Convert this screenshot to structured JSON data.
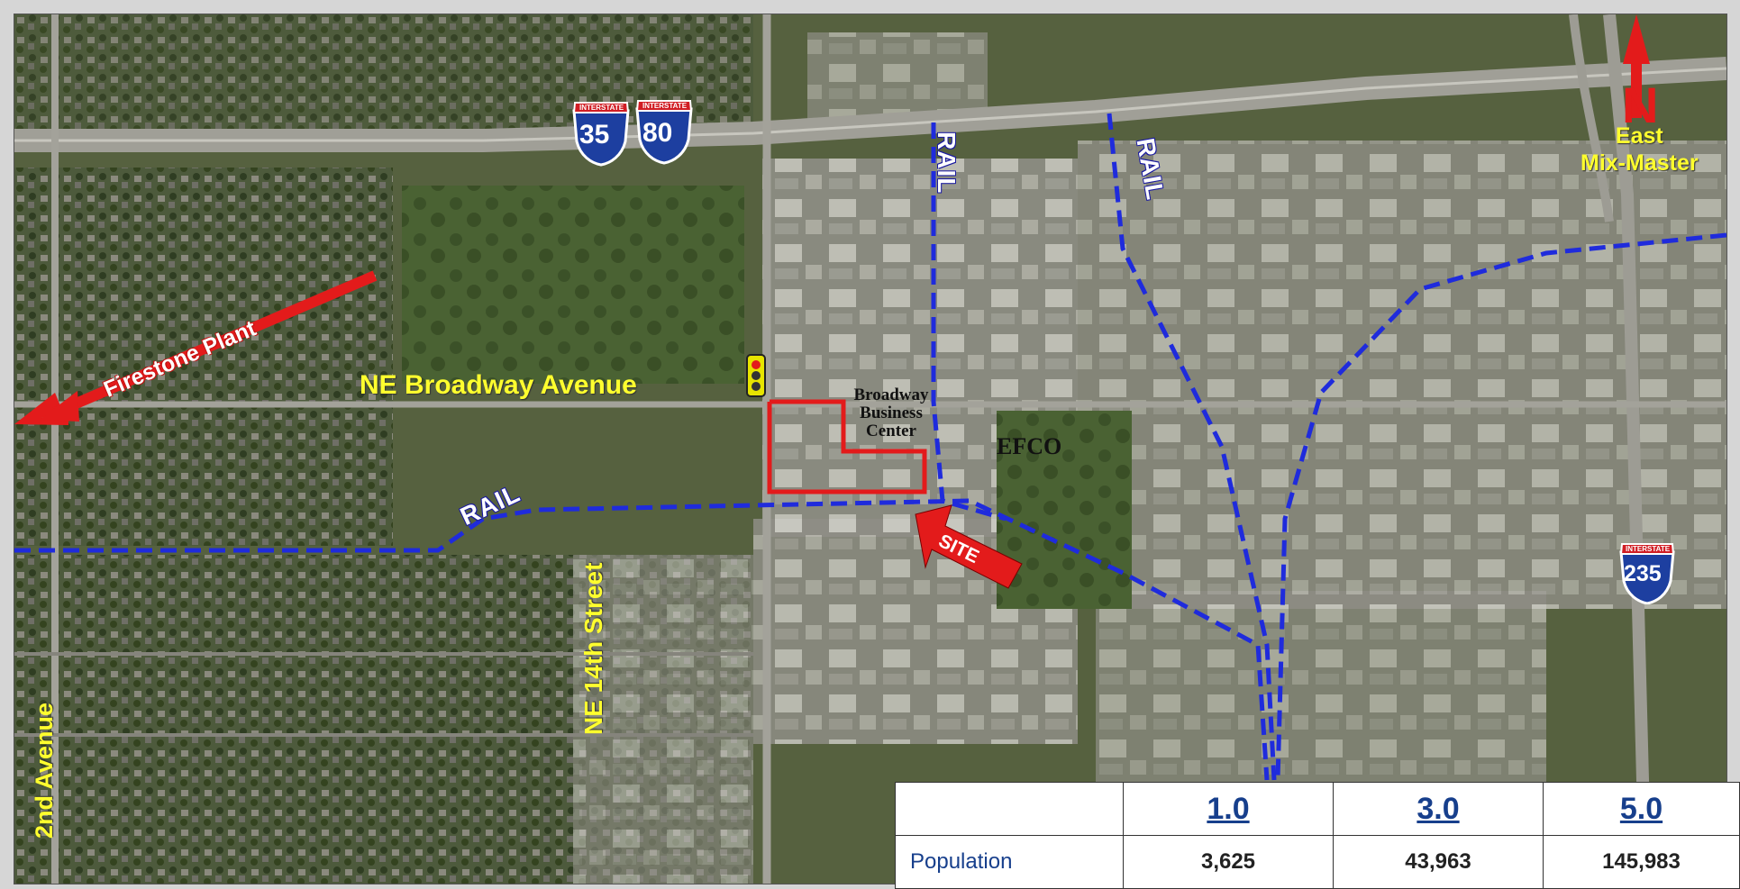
{
  "map": {
    "highways": [
      {
        "route": "35",
        "banner": "INTERSTATE"
      },
      {
        "route": "80",
        "banner": "INTERSTATE"
      },
      {
        "route": "235",
        "banner": "INTERSTATE"
      }
    ],
    "roads": {
      "broadway": "NE Broadway Avenue",
      "fourteenth": "NE 14th Street",
      "second": "2nd Avenue"
    },
    "rail_label": "RAIL",
    "north": "N",
    "mixmaster": [
      "East",
      "Mix-Master"
    ],
    "firestone": "Firestone Plant",
    "site": "SITE",
    "business_center": [
      "Broadway",
      "Business",
      "Center"
    ],
    "efco": "EFCO",
    "colors": {
      "rail": "#1f2bdc",
      "arrow": "#e31b1b",
      "label": "#ffff2e",
      "site_outline": "#e31b1b"
    }
  },
  "table": {
    "headers": [
      "",
      "1.0",
      "3.0",
      "5.0"
    ],
    "rows": [
      {
        "label": "Population",
        "values": [
          "3,625",
          "43,963",
          "145,983"
        ]
      }
    ]
  }
}
